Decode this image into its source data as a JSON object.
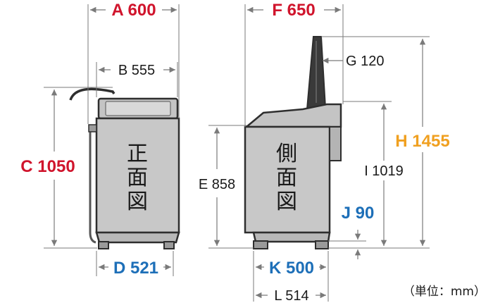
{
  "colors": {
    "red": "#d0142c",
    "blue": "#1d6fb8",
    "orange": "#f0a020",
    "black": "#1a1a1a",
    "line": "#7a7a7a",
    "body_fill": "#c8c8c8",
    "dark_fill": "#3a3a3a"
  },
  "dimensions": {
    "A": "A 600",
    "B": "B 555",
    "C": "C 1050",
    "D": "D 521",
    "E": "E 858",
    "F": "F 650",
    "G": "G 120",
    "H": "H 1455",
    "I": "I 1019",
    "J": "J 90",
    "K": "K 500",
    "L": "L 514"
  },
  "views": {
    "front_char1": "正",
    "front_char2": "面",
    "front_char3": "図",
    "side_char1": "側",
    "side_char2": "面",
    "side_char3": "図"
  },
  "unit_label": "（単位：mm）"
}
